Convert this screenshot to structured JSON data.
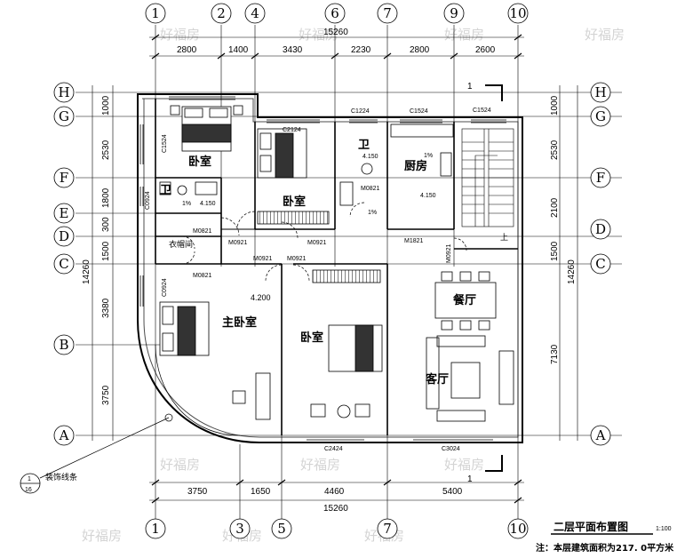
{
  "axes_top": [
    "1",
    "2",
    "4",
    "6",
    "7",
    "9",
    "10"
  ],
  "axes_bottom": [
    "1",
    "3",
    "5",
    "7",
    "10"
  ],
  "axes_side": [
    "H",
    "G",
    "F",
    "E",
    "D",
    "C",
    "B",
    "A"
  ],
  "dims_top_total": "15260",
  "dims_top": [
    "2800",
    "1400",
    "3430",
    "2230",
    "2800",
    "2600"
  ],
  "dims_bottom_total": "15260",
  "dims_bottom": [
    "3750",
    "1650",
    "4460",
    "5400"
  ],
  "dims_left_total": "14260",
  "dims_left": [
    "1000",
    "2530",
    "1800",
    "300",
    "1500",
    "3380",
    "3750"
  ],
  "dims_right_total": "14260",
  "dims_right": [
    "1000",
    "2530",
    "2100",
    "1500",
    "7130"
  ],
  "rooms": {
    "bedroom_nw": "卧室",
    "bedroom_n": "卧室",
    "bath_n": "卫",
    "kitchen": "厨房",
    "bath_w": "卫",
    "cloakroom": "衣帽间",
    "master": "主卧室",
    "bedroom_mid": "卧室",
    "dining": "餐厅",
    "living": "客厅"
  },
  "labels": {
    "C1524_nw": "C1524",
    "C2124": "C2124",
    "C1224": "C1224",
    "C1524_k": "C1524",
    "C1524_s": "C1524",
    "C0924_w": "C0924",
    "C0924_m": "C0924",
    "C2424": "C2424",
    "C3024": "C3024",
    "M0821_a": "M0821",
    "M0821_b": "M0821",
    "M0821_c": "M0821",
    "M0921_a": "M0921",
    "M0921_b": "M0921",
    "M0921_c": "M0921",
    "M0921_d": "M0921",
    "M0921_e": "M0921",
    "M1821": "M1821",
    "elev_4150_a": "4.150",
    "elev_4150_b": "4.150",
    "elev_4150_c": "4.150",
    "elev_4200": "4.200",
    "slope_a": "1%",
    "slope_b": "1%",
    "slope_c": "1%",
    "stair_up": "上",
    "section_mark": "1",
    "section_mark_b": "1",
    "detail_num": "1",
    "detail_sheet": "16",
    "detail_text": "装饰线条"
  },
  "watermark": "好福房",
  "title": "二层平面布置图",
  "scale": "1:100",
  "note": "注：本层建筑面积为217. 0平方米"
}
